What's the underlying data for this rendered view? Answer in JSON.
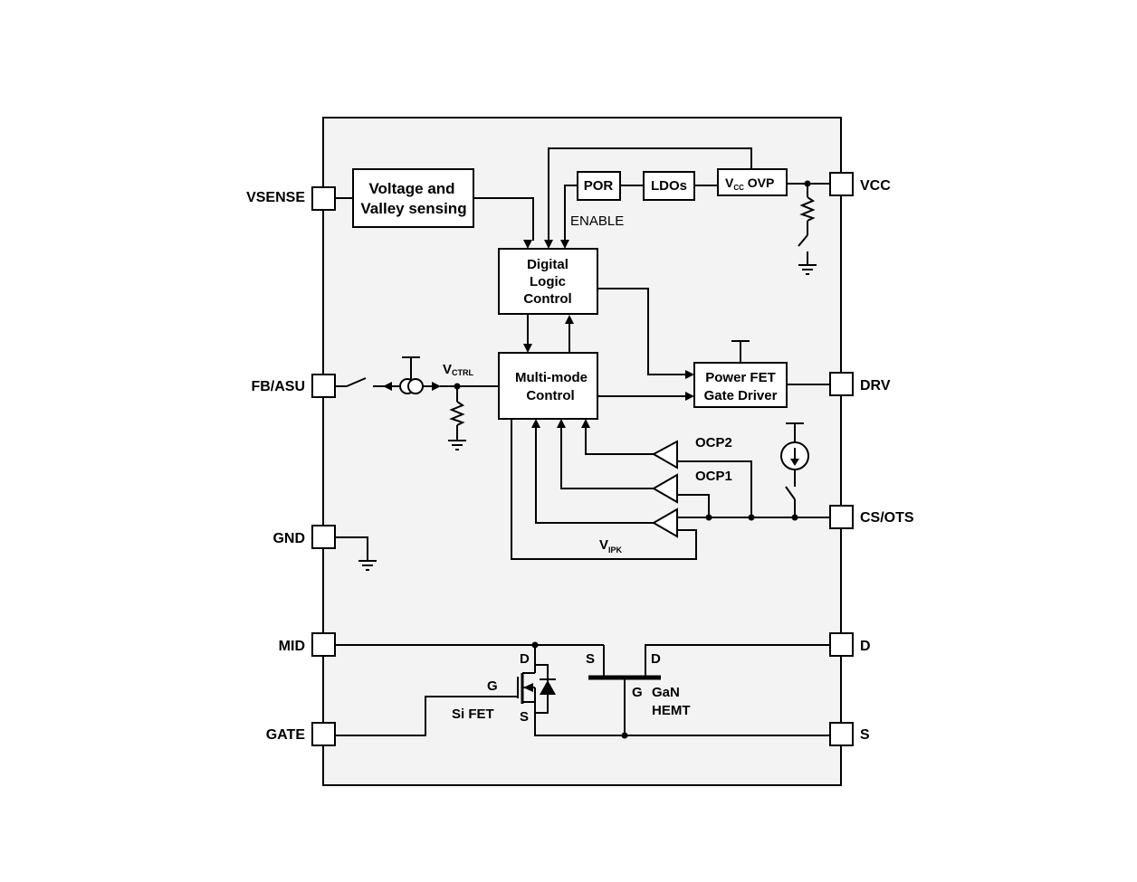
{
  "pins": {
    "vsense": "VSENSE",
    "fb_asu": "FB/ASU",
    "gnd": "GND",
    "mid": "MID",
    "gate": "GATE",
    "vcc": "VCC",
    "drv": "DRV",
    "cs_ots": "CS/OTS",
    "d": "D",
    "s": "S"
  },
  "blocks": {
    "voltage_sensing_line1": "Voltage and",
    "voltage_sensing_line2": "Valley sensing",
    "por": "POR",
    "ldos": "LDOs",
    "vcc_ovp_main": "V",
    "vcc_ovp_sub": "CC",
    "vcc_ovp_suffix": " OVP",
    "digital_line1": "Digital",
    "digital_line2": "Logic",
    "digital_line3": "Control",
    "multimode_line1": "Multi-mode",
    "multimode_line2": "Control",
    "gate_driver_line1": "Power FET",
    "gate_driver_line2": "Gate Driver"
  },
  "labels": {
    "enable": "ENABLE",
    "vctrl_main": "V",
    "vctrl_sub": "CTRL",
    "ocp2": "OCP2",
    "ocp1": "OCP1",
    "vipk_main": "V",
    "vipk_sub": "IPK",
    "sifet_d": "D",
    "sifet_g": "G",
    "sifet_s": "S",
    "sifet_name": "Si FET",
    "gan_s": "S",
    "gan_d": "D",
    "gan_g": "G",
    "gan_name1": "GaN",
    "gan_name2": "HEMT"
  }
}
